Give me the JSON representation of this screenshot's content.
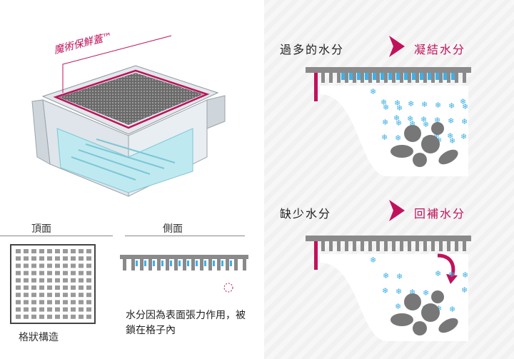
{
  "product": {
    "brand_label": "魔術保鮮蓋™"
  },
  "left": {
    "top_view_label": "頂面",
    "side_view_label": "側面",
    "grid_caption": "格狀構造",
    "explanation": "水分因為表面張力作用，被鎖在格子內"
  },
  "right": {
    "row1": {
      "problem": "過多的水分",
      "solution": "凝結水分"
    },
    "row2": {
      "problem": "缺少水分",
      "solution": "回補水分"
    }
  },
  "colors": {
    "accent": "#c0125a",
    "water": "#3fb0e6",
    "panel_gray": "#8a8a8a"
  },
  "icons": [
    "crisper-drawer-illustration",
    "grid-lid-icon",
    "arrow-right-icon",
    "snowflake-icon",
    "produce-icon",
    "curved-arrow-icon"
  ]
}
